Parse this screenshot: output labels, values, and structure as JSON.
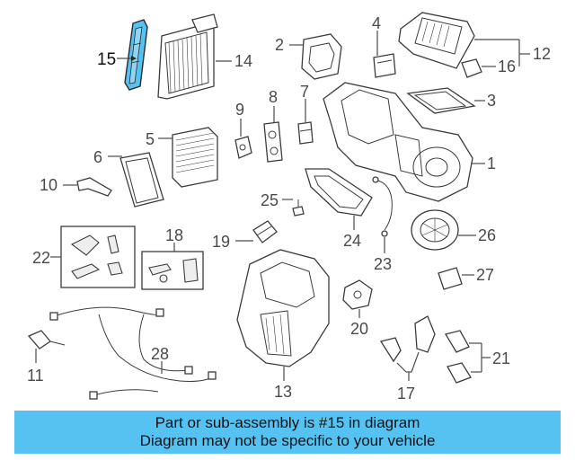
{
  "callouts": {
    "c1": "1",
    "c2": "2",
    "c3": "3",
    "c4": "4",
    "c5": "5",
    "c6": "6",
    "c7": "7",
    "c8": "8",
    "c9": "9",
    "c10": "10",
    "c11": "11",
    "c12": "12",
    "c13": "13",
    "c14": "14",
    "c15": "15",
    "c16": "16",
    "c17": "17",
    "c18": "18",
    "c19": "19",
    "c20": "20",
    "c21": "21",
    "c22": "22",
    "c23": "23",
    "c24": "24",
    "c25": "25",
    "c26": "26",
    "c27": "27",
    "c28": "28"
  },
  "highlighted_part": "15",
  "colors": {
    "highlight": "#56c2f1",
    "line": "#4a4a4a",
    "banner": "#56c2f1"
  },
  "banner": {
    "line1": "Part or sub-assembly is #15 in diagram",
    "line2": "Diagram may not be specific to your vehicle"
  }
}
